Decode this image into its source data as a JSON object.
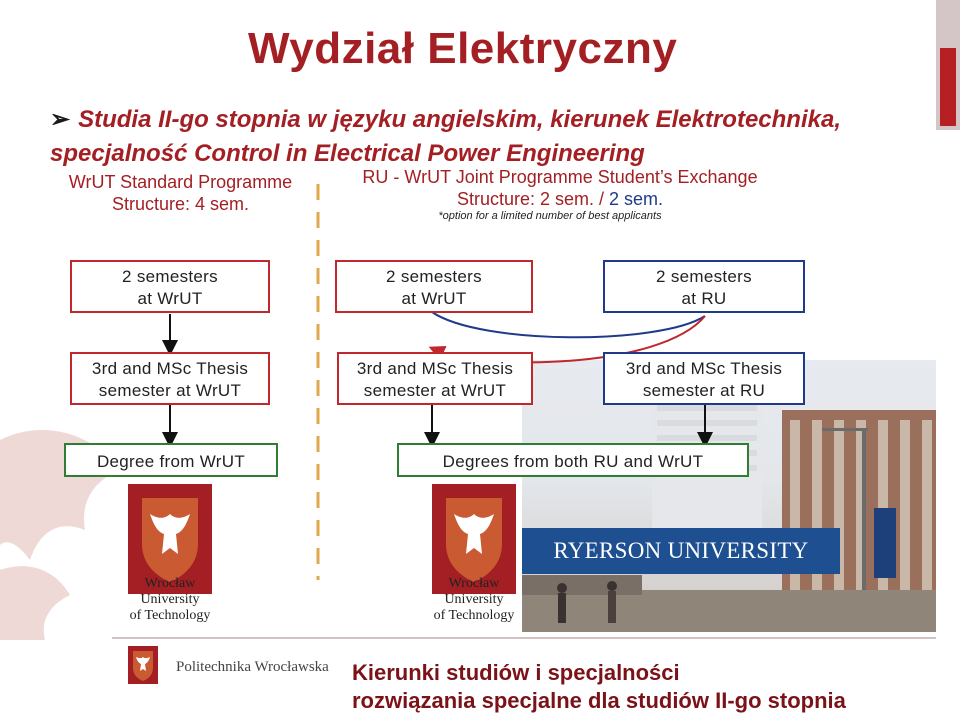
{
  "title": "Wydział Elektryczny",
  "subtitle": {
    "bullet": "➢",
    "text": "Studia II-go stopnia w języku angielskim, kierunek Elektrotechnika, specjalność Control in Electrical Power Engineering"
  },
  "standard_programme": {
    "name": "WrUT Standard Programme",
    "structure": "Structure: 4 sem."
  },
  "joint_programme": {
    "name": "RU - WrUT Joint Programme Student’s Exchange",
    "structure_prefix": "Structure: 2 sem. / ",
    "structure_suffix": "2 sem.",
    "note": "*option for a limited number of best applicants"
  },
  "boxes": {
    "std_sem1": [
      "2 semesters",
      "at WrUT"
    ],
    "std_sem3": [
      "3rd and MSc Thesis",
      "semester at WrUT"
    ],
    "std_degree": "Degree from WrUT",
    "joint_sem_wrut": [
      "2 semesters",
      "at WrUT"
    ],
    "joint_sem_ru": [
      "2 semesters",
      "at RU"
    ],
    "joint_sem3_wrut": [
      "3rd and MSc Thesis",
      "semester at WrUT"
    ],
    "joint_sem3_ru": [
      "3rd and MSc Thesis",
      "semester at RU"
    ],
    "joint_degree": "Degrees from both RU and WrUT"
  },
  "logos": {
    "wrut_logo_text": [
      "Wrocław",
      "University",
      "of Technology"
    ],
    "ryerson": "RYERSON UNIVERSITY",
    "pwr": "Politechnika Wrocławska"
  },
  "footer": {
    "line1": "Kierunki studiów i specjalności",
    "line2": "rozwiązania specjalne dla studiów II-go stopnia"
  },
  "colors": {
    "brand_red": "#a31f23",
    "box_red": "#c0282d",
    "box_blue": "#1f3a8a",
    "box_green": "#2e7d32",
    "ryerson_blue": "#1d4f91"
  }
}
